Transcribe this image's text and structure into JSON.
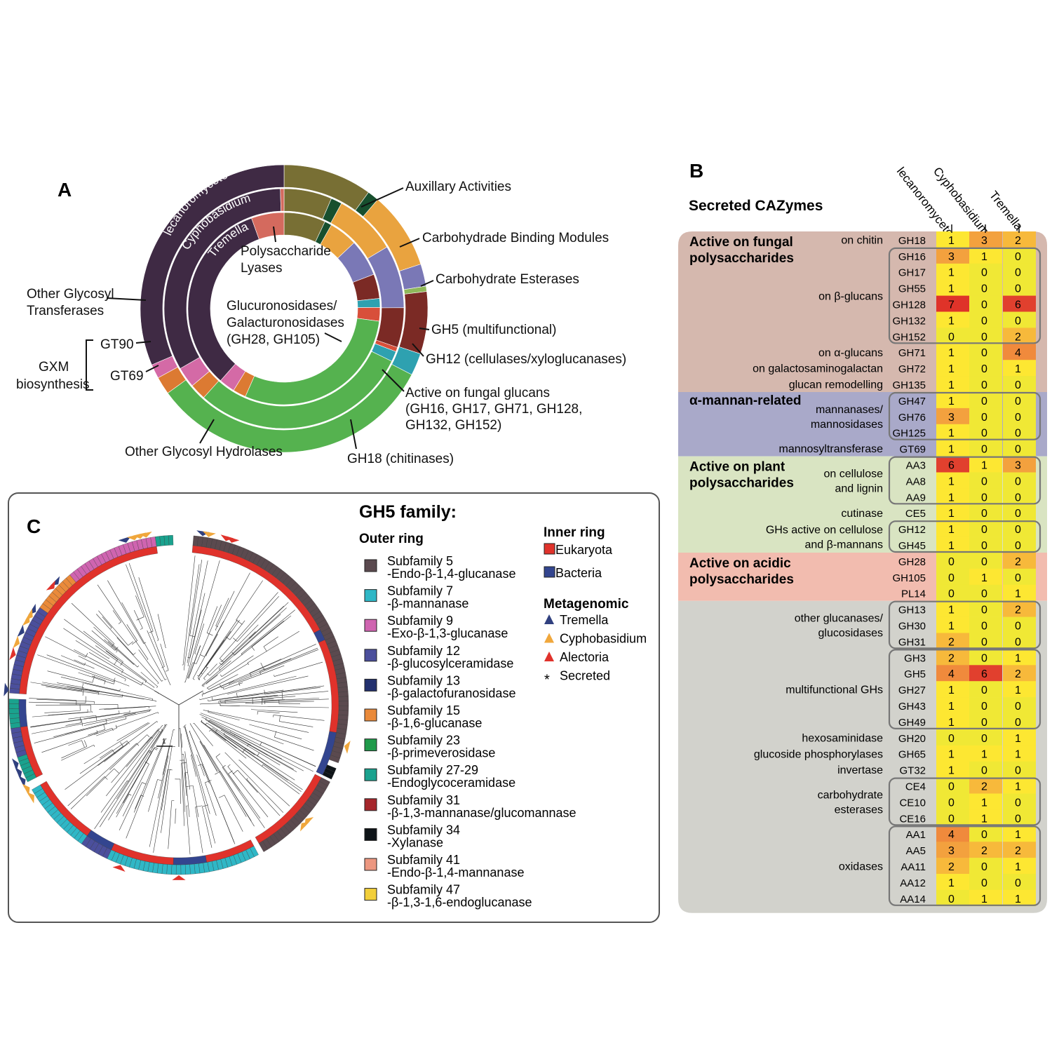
{
  "panelA": {
    "letter": "A",
    "ring_labels": [
      "lecanoromycete",
      "Cyphobasidium",
      "Tremella"
    ],
    "ring_colors": {
      "other_gt": "#3f2a44",
      "pl": "#d46a5e",
      "aa": "#786f34",
      "cbm": "#174f2e",
      "ce": "#e9a33f",
      "gh5": "#7a78b6",
      "gh12": "#8fb85a",
      "fungal": "#7b2a25",
      "gh18": "#2ea1b0",
      "gluc": "#d84f3a",
      "other_gh": "#55b24f",
      "gt69": "#dc7a32",
      "gt90": "#d46aa6"
    },
    "chart_data": {
      "type": "pie",
      "rings": [
        {
          "name": "lecanoromycete",
          "slices": [
            {
              "key": "aa",
              "value": 10.0
            },
            {
              "key": "cbm",
              "value": 1.3
            },
            {
              "key": "ce",
              "value": 8.7
            },
            {
              "key": "gh5",
              "value": 2.5
            },
            {
              "key": "gh12",
              "value": 0.6
            },
            {
              "key": "fungal",
              "value": 7.0
            },
            {
              "key": "gh18",
              "value": 2.5
            },
            {
              "key": "other_gh",
              "value": 32.4
            },
            {
              "key": "gt69",
              "value": 2.0
            },
            {
              "key": "gt90",
              "value": 1.6
            },
            {
              "key": "other_gt",
              "value": 31.4
            }
          ]
        },
        {
          "name": "Cyphobasidium",
          "slices": [
            {
              "key": "aa",
              "value": 6.5
            },
            {
              "key": "cbm",
              "value": 1.5
            },
            {
              "key": "ce",
              "value": 8.5
            },
            {
              "key": "gh5",
              "value": 8.5
            },
            {
              "key": "fungal",
              "value": 5.4
            },
            {
              "key": "gluc",
              "value": 0.6
            },
            {
              "key": "gh18",
              "value": 1.4
            },
            {
              "key": "other_gh",
              "value": 29.6
            },
            {
              "key": "gt69",
              "value": 2.2
            },
            {
              "key": "gt90",
              "value": 2.8
            },
            {
              "key": "other_gt",
              "value": 33.0
            },
            {
              "key": "pl",
              "value": 0.5
            }
          ]
        },
        {
          "name": "Tremella",
          "slices": [
            {
              "key": "aa",
              "value": 7.0
            },
            {
              "key": "cbm",
              "value": 1.2
            },
            {
              "key": "ce",
              "value": 4.8
            },
            {
              "key": "gh5",
              "value": 6.2
            },
            {
              "key": "fungal",
              "value": 4.1
            },
            {
              "key": "gh18",
              "value": 1.5
            },
            {
              "key": "gluc",
              "value": 2.3
            },
            {
              "key": "other_gh",
              "value": 29.5
            },
            {
              "key": "gt69",
              "value": 2.2
            },
            {
              "key": "gt90",
              "value": 2.7
            },
            {
              "key": "other_gt",
              "value": 33.0
            },
            {
              "key": "pl",
              "value": 5.5
            }
          ]
        }
      ]
    },
    "callouts": {
      "aa": "Auxillary Activities",
      "cbm": "Carbohydrade Binding Modules",
      "ce": "Carbohydrate Esterases",
      "gh5": "GH5 (multifunctional)",
      "gh12": "GH12 (cellulases/xyloglucanases)",
      "fungal_1": "Active on fungal glucans",
      "fungal_2": "(GH16, GH17, GH71, GH128,",
      "fungal_3": "GH132, GH152)",
      "gh18": "GH18 (chitinases)",
      "other_gh": "Other Glycosyl Hydrolases",
      "pl_1": "Polysaccharide",
      "pl_2": "Lyases",
      "gluc_1": "Glucuronosidases/",
      "gluc_2": "Galacturonosidases",
      "gluc_3": "(GH28, GH105)",
      "other_gt_1": "Other Glycosyl",
      "other_gt_2": "Transferases",
      "gt90": "GT90",
      "gt69": "GT69",
      "gxm_1": "GXM",
      "gxm_2": "biosynthesis"
    }
  },
  "panelB": {
    "letter": "B",
    "title": "Secreted CAZymes",
    "columns": [
      "lecanoromycete",
      "Cyphobasidium",
      "Tremella"
    ],
    "cell_colors": {
      "0": "#f0e835",
      "1": "#fde732",
      "2": "#f7b93b",
      "3": "#f3a13e",
      "4": "#f08a3c",
      "6": "#e1402e",
      "7": "#df3329"
    },
    "groups": [
      {
        "title_1": "Active on fungal",
        "title_2": "polysaccharides",
        "color": "#d5b8ae",
        "rows": [
          0,
          10
        ]
      },
      {
        "title_1": "α-mannan-related",
        "title_2": "",
        "color": "#a9a9c9",
        "rows": [
          10,
          14
        ]
      },
      {
        "title_1": "Active on plant",
        "title_2": "polysaccharides",
        "color": "#d9e4c2",
        "rows": [
          14,
          20
        ]
      },
      {
        "title_1": "Active on acidic",
        "title_2": "polysaccharides",
        "color": "#f2bcaf",
        "rows": [
          20,
          23
        ]
      },
      {
        "title_1": "",
        "title_2": "",
        "color": "#d2d2cc",
        "rows": [
          23,
          42
        ]
      }
    ],
    "rows": [
      {
        "family": "GH18",
        "values": [
          1,
          3,
          2
        ]
      },
      {
        "family": "GH16",
        "values": [
          3,
          1,
          0
        ]
      },
      {
        "family": "GH17",
        "values": [
          1,
          0,
          0
        ]
      },
      {
        "family": "GH55",
        "values": [
          1,
          0,
          0
        ]
      },
      {
        "family": "GH128",
        "values": [
          7,
          0,
          6
        ]
      },
      {
        "family": "GH132",
        "values": [
          1,
          0,
          0
        ]
      },
      {
        "family": "GH152",
        "values": [
          0,
          0,
          2
        ]
      },
      {
        "family": "GH71",
        "values": [
          1,
          0,
          4
        ]
      },
      {
        "family": "GH72",
        "values": [
          1,
          0,
          1
        ]
      },
      {
        "family": "GH135",
        "values": [
          1,
          0,
          0
        ]
      },
      {
        "family": "GH47",
        "values": [
          1,
          0,
          0
        ]
      },
      {
        "family": "GH76",
        "values": [
          3,
          0,
          0
        ]
      },
      {
        "family": "GH125",
        "values": [
          1,
          0,
          0
        ]
      },
      {
        "family": "GT69",
        "values": [
          1,
          0,
          0
        ]
      },
      {
        "family": "AA3",
        "values": [
          6,
          1,
          3
        ]
      },
      {
        "family": "AA8",
        "values": [
          1,
          0,
          0
        ]
      },
      {
        "family": "AA9",
        "values": [
          1,
          0,
          0
        ]
      },
      {
        "family": "CE5",
        "values": [
          1,
          0,
          0
        ]
      },
      {
        "family": "GH12",
        "values": [
          1,
          0,
          0
        ]
      },
      {
        "family": "GH45",
        "values": [
          1,
          0,
          0
        ]
      },
      {
        "family": "GH28",
        "values": [
          0,
          0,
          2
        ]
      },
      {
        "family": "GH105",
        "values": [
          0,
          1,
          0
        ]
      },
      {
        "family": "PL14",
        "values": [
          0,
          0,
          1
        ]
      },
      {
        "family": "GH13",
        "values": [
          1,
          0,
          2
        ]
      },
      {
        "family": "GH30",
        "values": [
          1,
          0,
          0
        ]
      },
      {
        "family": "GH31",
        "values": [
          2,
          0,
          0
        ]
      },
      {
        "family": "GH3",
        "values": [
          2,
          0,
          1
        ]
      },
      {
        "family": "GH5",
        "values": [
          4,
          6,
          2
        ]
      },
      {
        "family": "GH27",
        "values": [
          1,
          0,
          1
        ]
      },
      {
        "family": "GH43",
        "values": [
          1,
          0,
          0
        ]
      },
      {
        "family": "GH49",
        "values": [
          1,
          0,
          0
        ]
      },
      {
        "family": "GH20",
        "values": [
          0,
          0,
          1
        ]
      },
      {
        "family": "GH65",
        "values": [
          1,
          1,
          1
        ]
      },
      {
        "family": "GT32",
        "values": [
          1,
          0,
          0
        ]
      },
      {
        "family": "CE4",
        "values": [
          0,
          2,
          1
        ]
      },
      {
        "family": "CE10",
        "values": [
          0,
          1,
          0
        ]
      },
      {
        "family": "CE16",
        "values": [
          0,
          1,
          0
        ]
      },
      {
        "family": "AA1",
        "values": [
          4,
          0,
          1
        ]
      },
      {
        "family": "AA5",
        "values": [
          3,
          2,
          2
        ]
      },
      {
        "family": "AA11",
        "values": [
          2,
          0,
          1
        ]
      },
      {
        "family": "AA12",
        "values": [
          1,
          0,
          0
        ]
      },
      {
        "family": "AA14",
        "values": [
          0,
          1,
          1
        ]
      }
    ],
    "boxes": [
      [
        1,
        7
      ],
      [
        10,
        13
      ],
      [
        14,
        17
      ],
      [
        18,
        20
      ],
      [
        23,
        26
      ],
      [
        26,
        31
      ],
      [
        34,
        37
      ],
      [
        37,
        42
      ]
    ],
    "descriptors": [
      {
        "lines": [
          "on chitin"
        ],
        "rows": [
          0,
          1
        ]
      },
      {
        "lines": [
          "on β-glucans"
        ],
        "rows": [
          1,
          7
        ]
      },
      {
        "lines": [
          "on α-glucans"
        ],
        "rows": [
          7,
          8
        ]
      },
      {
        "lines": [
          "on galactosaminogalactan"
        ],
        "rows": [
          8,
          9
        ]
      },
      {
        "lines": [
          "glucan remodelling"
        ],
        "rows": [
          9,
          10
        ]
      },
      {
        "lines": [
          "mannanases/",
          "mannosidases"
        ],
        "rows": [
          10,
          13
        ]
      },
      {
        "lines": [
          "mannosyltransferase"
        ],
        "rows": [
          13,
          14
        ]
      },
      {
        "lines": [
          "on cellulose",
          "and lignin"
        ],
        "rows": [
          14,
          17
        ]
      },
      {
        "lines": [
          "cutinase"
        ],
        "rows": [
          17,
          18
        ]
      },
      {
        "lines": [
          "GHs active on cellulose",
          "and β-mannans"
        ],
        "rows": [
          18,
          20
        ]
      },
      {
        "lines": [
          "other glucanases/",
          "glucosidases"
        ],
        "rows": [
          23,
          26
        ]
      },
      {
        "lines": [
          "multifunctional GHs"
        ],
        "rows": [
          26,
          31
        ]
      },
      {
        "lines": [
          "hexosaminidase"
        ],
        "rows": [
          31,
          32
        ]
      },
      {
        "lines": [
          "glucoside phosphorylases"
        ],
        "rows": [
          32,
          33
        ]
      },
      {
        "lines": [
          "invertase"
        ],
        "rows": [
          33,
          34
        ]
      },
      {
        "lines": [
          "carbohydrate",
          "esterases"
        ],
        "rows": [
          34,
          37
        ]
      },
      {
        "lines": [
          "oxidases"
        ],
        "rows": [
          37,
          42
        ]
      }
    ]
  },
  "panelC": {
    "letter": "C",
    "title": "GH5 family:",
    "outer_ring_title": "Outer ring",
    "inner_ring_title": "Inner ring",
    "metagenomic_title": "Metagenomic",
    "scale_label": "1",
    "subfamilies": [
      {
        "line1": "Subfamily 5",
        "line2": "-Endo-β-1,4-glucanase",
        "color": "#5b4a4f"
      },
      {
        "line1": "Subfamily 7",
        "line2": "-β-mannanase",
        "color": "#2fb7c6"
      },
      {
        "line1": "Subfamily 9",
        "line2": "-Exo-β-1,3-glucanase",
        "color": "#cf64b0"
      },
      {
        "line1": "Subfamily 12",
        "line2": "-β-glucosylceramidase",
        "color": "#4b4f9c"
      },
      {
        "line1": "Subfamily 13",
        "line2": "-β-galactofuranosidase",
        "color": "#22306e"
      },
      {
        "line1": "Subfamily 15",
        "line2": "-β-1,6-glucanase",
        "color": "#ea8a3a"
      },
      {
        "line1": "Subfamily 23",
        "line2": "-β-primeverosidase",
        "color": "#1f9a4a"
      },
      {
        "line1": "Subfamily 27-29",
        "line2": "-Endoglycoceramidase",
        "color": "#1aa28e"
      },
      {
        "line1": "Subfamily 31",
        "line2": "-β-1,3-mannanase/glucomannase",
        "color": "#a5262b"
      },
      {
        "line1": "Subfamily 34",
        "line2": "-Xylanase",
        "color": "#0e1418"
      },
      {
        "line1": "Subfamily 41",
        "line2": "-Endo-β-1,4-mannanase",
        "color": "#ec9780"
      },
      {
        "line1": "Subfamily 47",
        "line2": "-β-1,3-1,6-endoglucanase",
        "color": "#f2cf3a"
      }
    ],
    "inner_ring": [
      {
        "label": "Eukaryota",
        "color": "#e0322b"
      },
      {
        "label": "Bacteria",
        "color": "#33458f"
      }
    ],
    "metagenomic": [
      {
        "label": "Tremella",
        "color": "#30407f",
        "symbol": "triangle"
      },
      {
        "label": "Cyphobasidium",
        "color": "#f0a73c",
        "symbol": "triangle"
      },
      {
        "label": "Alectoria",
        "color": "#e0322b",
        "symbol": "triangle"
      },
      {
        "label": "Secreted",
        "color": "#222222",
        "symbol": "*"
      }
    ]
  }
}
